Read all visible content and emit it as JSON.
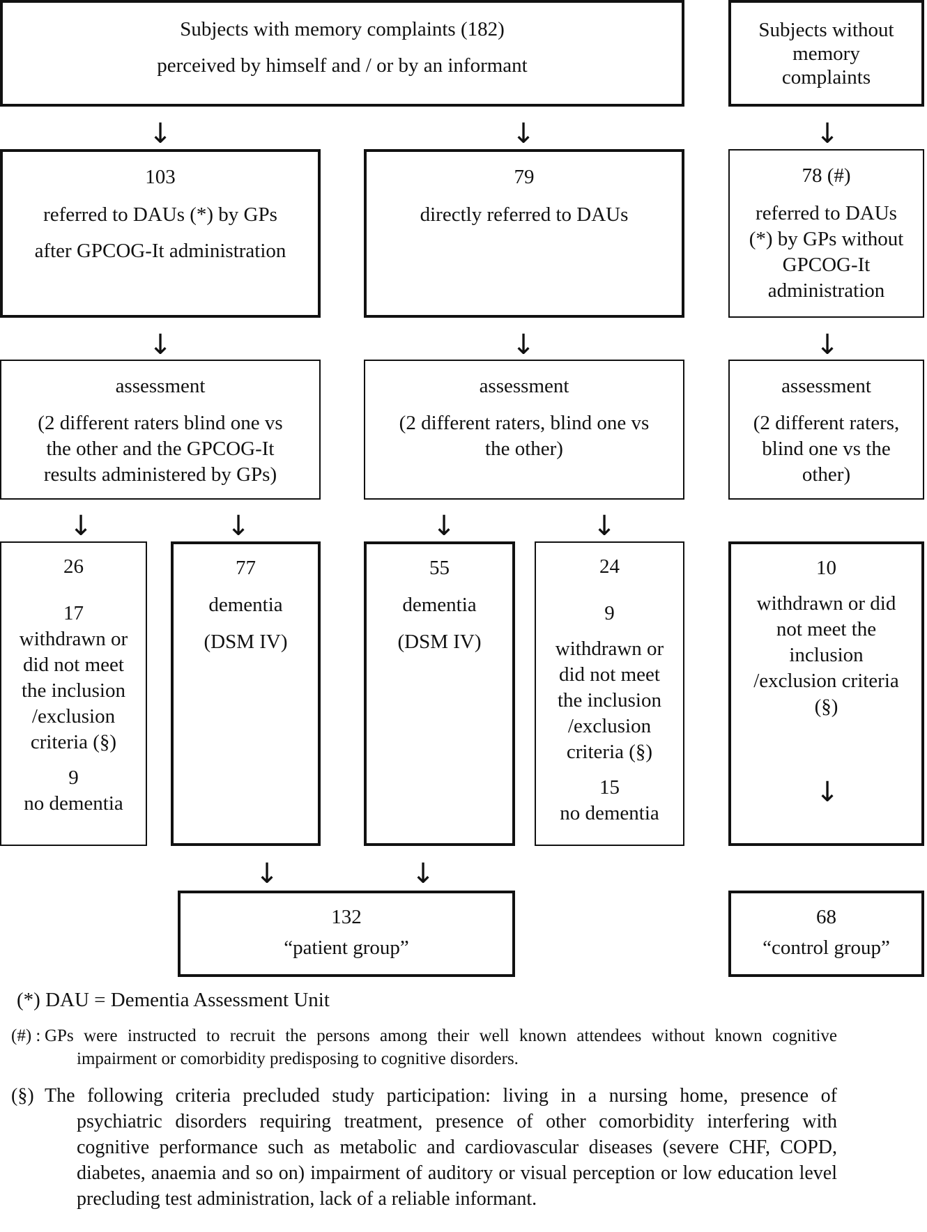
{
  "row1": {
    "memory_complaints": [
      "Subjects with memory complaints (182)",
      "perceived by himself and / or by an informant"
    ],
    "without_complaints": [
      "Subjects without",
      "memory",
      "complaints"
    ]
  },
  "row2": {
    "gp_referred": [
      "103",
      "referred to DAUs (*) by GPs",
      "after GPCOG-It administration"
    ],
    "direct_referred": [
      "79",
      "directly referred to DAUs"
    ],
    "control_referred": [
      "78 (#)",
      "referred to DAUs",
      "(*) by GPs without",
      "GPCOG-It",
      "administration"
    ]
  },
  "row3": {
    "assessment_left": [
      "assessment",
      "(2 different raters blind one vs",
      "the other and the GPCOG-It",
      "results administered by GPs)"
    ],
    "assessment_mid": [
      "assessment",
      "(2 different raters, blind one vs",
      "the other)"
    ],
    "assessment_right": [
      "assessment",
      "(2 different raters,",
      "blind one vs the",
      "other)"
    ]
  },
  "row4": {
    "excluded_left": [
      "26",
      "17",
      "withdrawn or",
      "did not meet",
      "the inclusion",
      "/exclusion",
      "criteria (§)",
      "9",
      "no dementia"
    ],
    "dementia_left": [
      "77",
      "dementia",
      "(DSM IV)"
    ],
    "dementia_mid": [
      "55",
      "dementia",
      "(DSM IV)"
    ],
    "excluded_mid": [
      "24",
      "9",
      "withdrawn or",
      "did not meet",
      "the inclusion",
      "/exclusion",
      "criteria (§)",
      "15",
      "no dementia"
    ],
    "excluded_right": [
      "10",
      "withdrawn or did",
      "not meet the",
      "inclusion",
      "/exclusion criteria",
      "(§)"
    ]
  },
  "row5": {
    "patient_group": [
      "132",
      "“patient group”"
    ],
    "control_group": [
      "68",
      "“control group”"
    ]
  },
  "arrow_glyph": "↓",
  "footnotes": {
    "dau_note": "(*) DAU = Dementia Assessment Unit",
    "hash_label": "(#) :",
    "hash_text": "GPs were instructed to recruit the persons among their well known attendees without known cognitive impairment or comorbidity predisposing to cognitive disorders.",
    "section_label": "(§)",
    "section_text": "The following criteria precluded study participation: living in a nursing home, presence of psychiatric disorders requiring treatment, presence of other comorbidity interfering with cognitive performance such as metabolic and cardiovascular diseases (severe CHF, COPD, diabetes, anaemia and so on) impairment of auditory or visual perception or low education level precluding test administration, lack of a reliable informant."
  }
}
